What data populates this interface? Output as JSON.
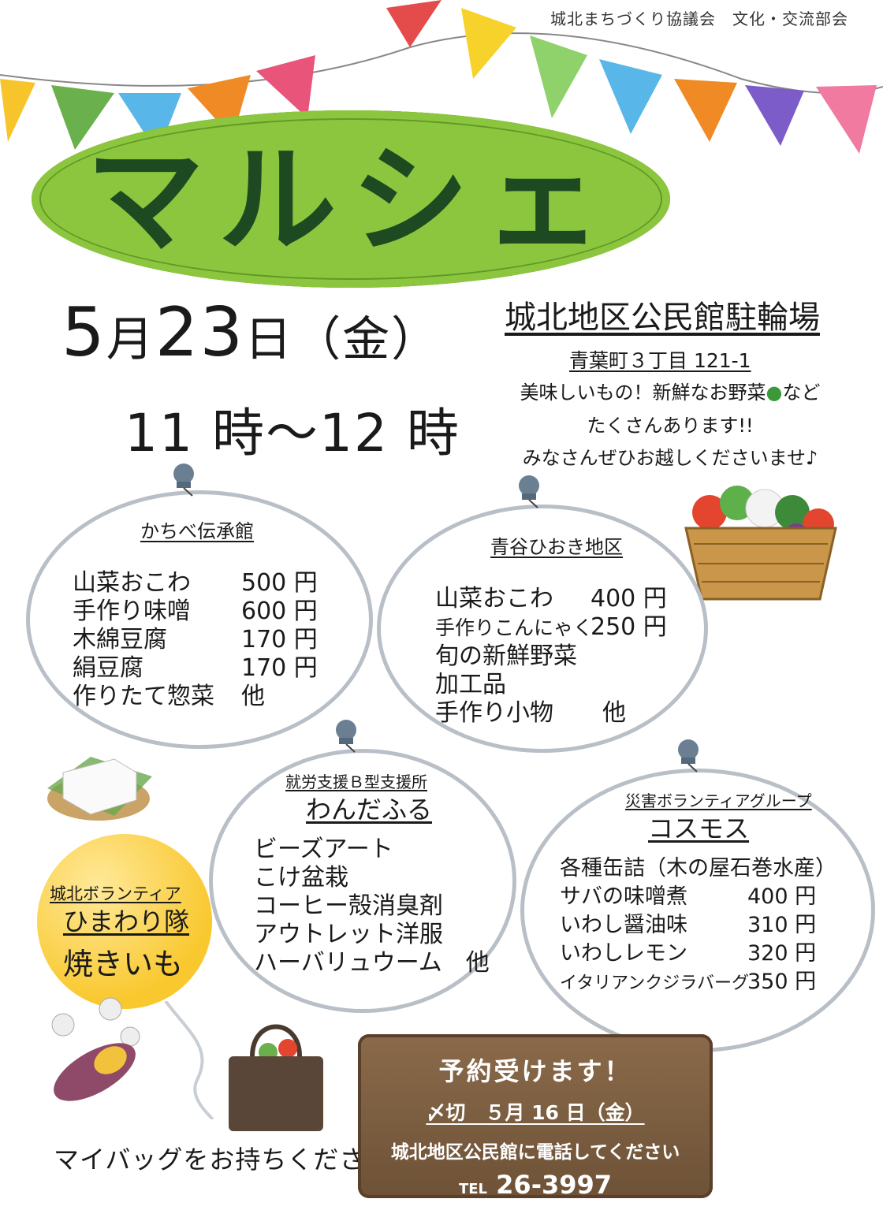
{
  "header": {
    "organizer": "城北まちづくり協議会　文化・交流部会",
    "title": "マルシェ"
  },
  "event": {
    "month": "5",
    "month_unit": "月",
    "day": "23",
    "day_unit": "日",
    "weekday": "（金）",
    "time": "11 時～12 時",
    "venue": "城北地区公民館駐輪場",
    "address": "青葉町３丁目 121-1",
    "message_1": "美味しいもの！新鮮なお野菜",
    "message_1b": "など",
    "message_2": "たくさんあります!!",
    "message_3": "みなさんぜひお越しくださいませ♪"
  },
  "stores": [
    {
      "name": "かちべ伝承館",
      "items": [
        {
          "label": "山菜おこわ",
          "price": "500 円"
        },
        {
          "label": "手作り味噌",
          "price": "600 円"
        },
        {
          "label": "木綿豆腐",
          "price": "170 円"
        },
        {
          "label": "絹豆腐",
          "price": "170 円"
        },
        {
          "label": "作りたて惣菜",
          "price": "他"
        }
      ]
    },
    {
      "name": "青谷ひおき地区",
      "items": [
        {
          "label": "山菜おこわ",
          "price": "400 円"
        },
        {
          "label": "手作りこんにゃく",
          "price": "250 円"
        },
        {
          "label": "旬の新鮮野菜",
          "price": ""
        },
        {
          "label": "加工品",
          "price": ""
        },
        {
          "label": "手作り小物",
          "price": "他"
        }
      ]
    },
    {
      "sub": "就労支援Ｂ型支援所",
      "name": "わんだふる",
      "items": [
        {
          "label": "ビーズアート"
        },
        {
          "label": "こけ盆栽"
        },
        {
          "label": "コーヒー殻消臭剤"
        },
        {
          "label": "アウトレット洋服"
        },
        {
          "label": "ハーバリュウーム　他"
        }
      ]
    },
    {
      "sub": "災害ボランティアグループ",
      "name": "コスモス",
      "items": [
        {
          "label": "各種缶詰（木の屋石巻水産）",
          "price": ""
        },
        {
          "label": "サバの味噌煮",
          "price": "400 円"
        },
        {
          "label": "いわし醤油味",
          "price": "310 円"
        },
        {
          "label": "いわしレモン",
          "price": "320 円"
        },
        {
          "label": "イタリアンクジラバーグ",
          "price": "350 円"
        }
      ]
    }
  ],
  "himawari": {
    "sub": "城北ボランティア",
    "name": "ひまわり隊",
    "item": "焼きいも"
  },
  "bag_note": "マイバッグをお持ちください",
  "reservation": {
    "title": "予約受けます！",
    "deadline": "〆切　５月 16 日（金）",
    "call": "城北地区公民館に電話してください",
    "tel_label": "TEL",
    "tel": "26-3997"
  },
  "colors": {
    "title_oval": "#8cc63f",
    "title_text": "#1e4a22",
    "sign_wood": "#7a5c3f",
    "balloon": "#f9c82e",
    "circle_border": "#b9bfc7"
  }
}
